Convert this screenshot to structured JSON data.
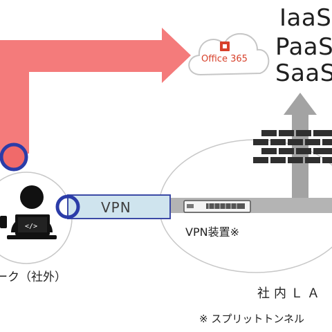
{
  "cloud_services": [
    "IaaS",
    "PaaS",
    "SaaS"
  ],
  "office_logo_text": "Office 365",
  "vpn_label": "VPN",
  "vpn_device_label": "VPN装置※",
  "telework_label": "ーク（社外）",
  "lan_label": "社内ＬＡ",
  "footnote": "※ スプリットトンネル",
  "colors": {
    "direct_arrow": "#f47b7b",
    "office_red": "#d7402a",
    "vpn_tunnel_fill": "#cfe4ee",
    "vpn_tunnel_border": "#3b4aa6",
    "ring": "#2b3ca8",
    "gray_arrow": "#a3a3a3",
    "firewall": "#2f2f2f"
  }
}
